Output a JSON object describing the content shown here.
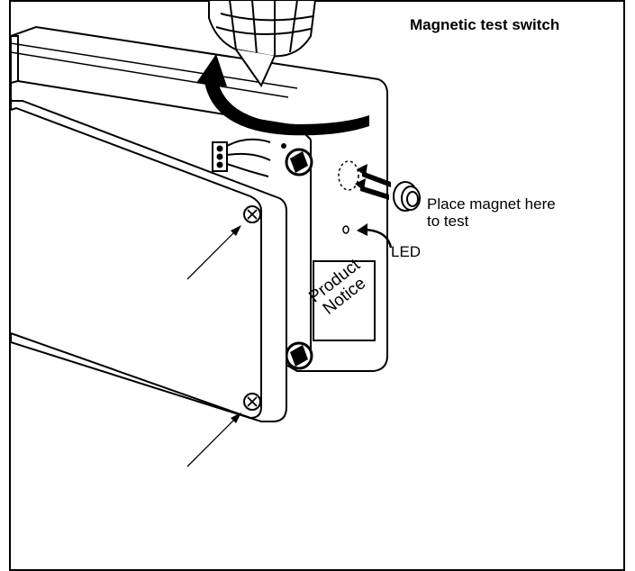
{
  "title": "Magnetic test switch",
  "labels": {
    "magnet_line1": "Place magnet here",
    "magnet_line2": "to test",
    "led": "LED",
    "notice_line1": "Product",
    "notice_line2": "Notice"
  },
  "colors": {
    "line": "#000000",
    "background": "#ffffff"
  }
}
